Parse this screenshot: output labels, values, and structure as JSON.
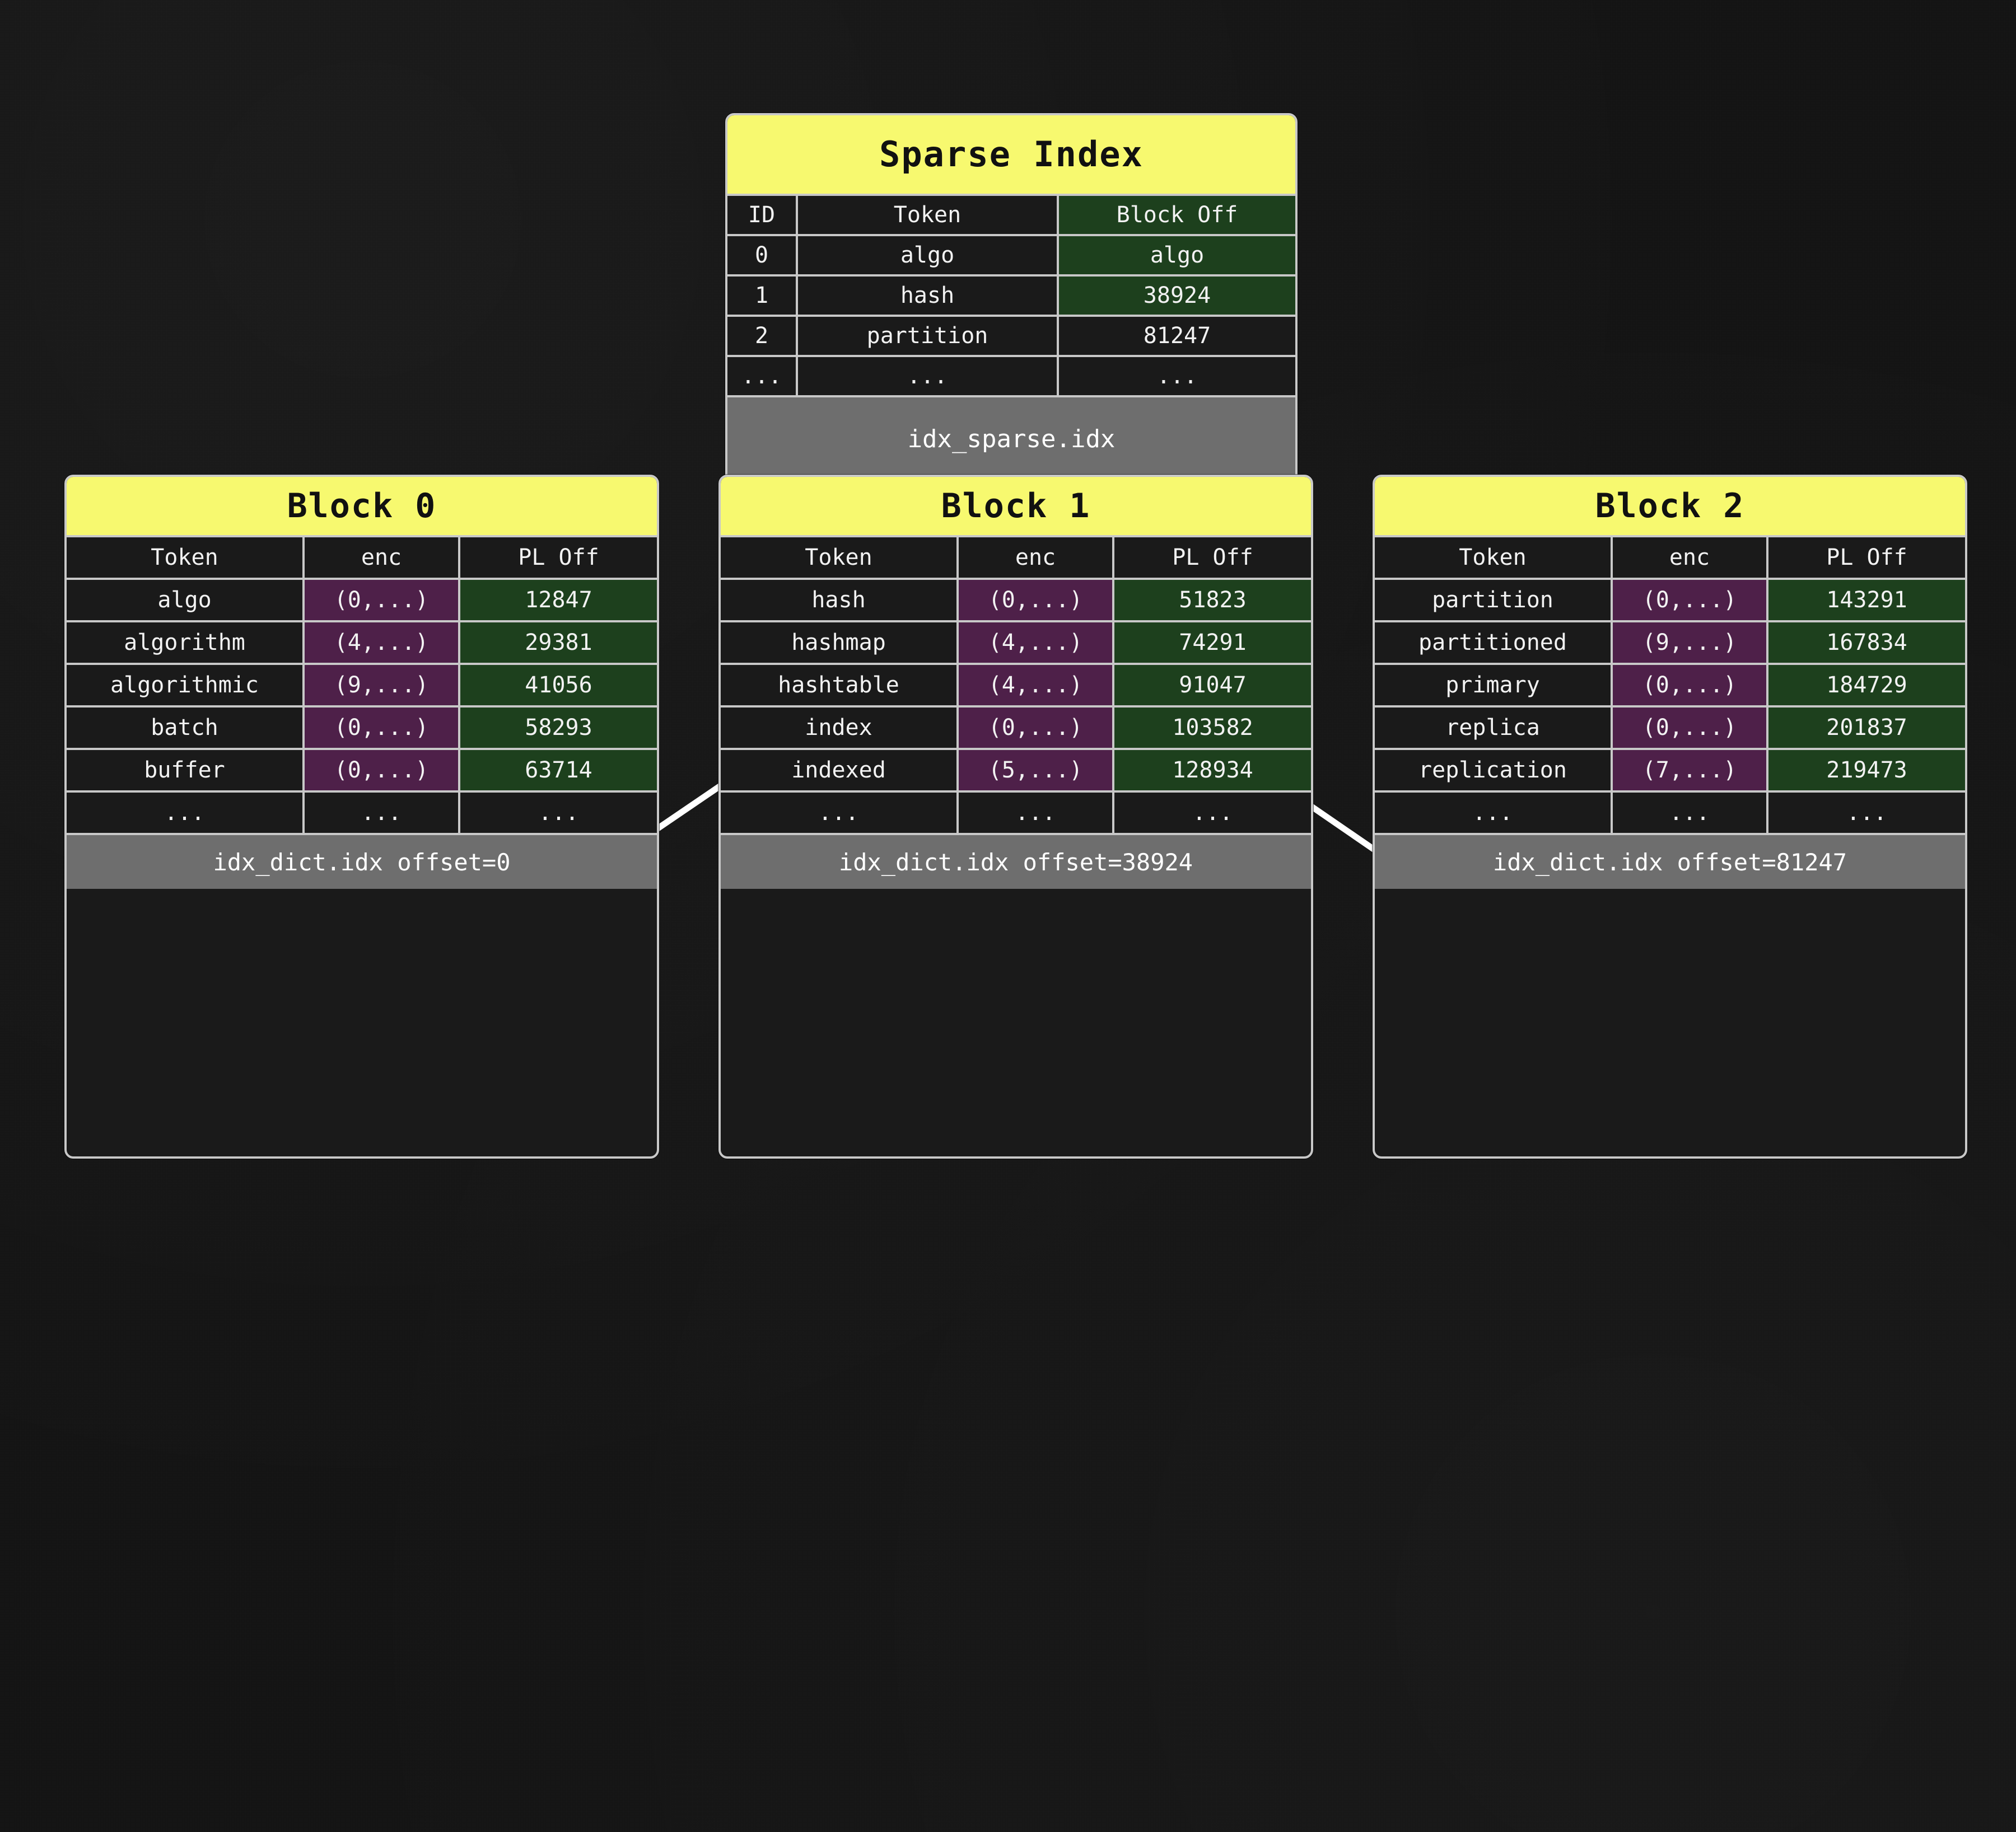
{
  "background_color": "#141414",
  "accent_colors": {
    "title_yellow": "#f7f96f",
    "offset_green": "#1d401d",
    "enc_purple": "#4e2049",
    "footer_gray": "#6e6e6e",
    "border_gray": "#c8c8c8",
    "arrow_white": "#ffffff"
  },
  "sparse_index": {
    "title": "Sparse Index",
    "columns": [
      "ID",
      "Token",
      "Block Off"
    ],
    "highlight_column": "Block Off",
    "rows": [
      {
        "id": "0",
        "token": "algo",
        "block_off": "algo",
        "block_off_highlight": true
      },
      {
        "id": "1",
        "token": "hash",
        "block_off": "38924",
        "block_off_highlight": true
      },
      {
        "id": "2",
        "token": "partition",
        "block_off": "81247",
        "block_off_highlight": false
      },
      {
        "id": "...",
        "token": "...",
        "block_off": "...",
        "block_off_highlight": false
      }
    ],
    "footer": "idx_sparse.idx"
  },
  "edges": [
    {
      "label": "offset=0",
      "target": "Block 0"
    },
    {
      "label": "offset=38924",
      "target": "Block 1"
    },
    {
      "label": "offset=81247",
      "target": "Block 2"
    }
  ],
  "blocks": [
    {
      "title": "Block 0",
      "columns": [
        "Token",
        "enc",
        "PL Off"
      ],
      "rows": [
        {
          "token": "algo",
          "enc": "(0,...)",
          "pl_off": "12847"
        },
        {
          "token": "algorithm",
          "enc": "(4,...)",
          "pl_off": "29381"
        },
        {
          "token": "algorithmic",
          "enc": "(9,...)",
          "pl_off": "41056"
        },
        {
          "token": "batch",
          "enc": "(0,...)",
          "pl_off": "58293"
        },
        {
          "token": "buffer",
          "enc": "(0,...)",
          "pl_off": "63714"
        },
        {
          "token": "...",
          "enc": "...",
          "pl_off": "..."
        }
      ],
      "footer": "idx_dict.idx offset=0"
    },
    {
      "title": "Block 1",
      "columns": [
        "Token",
        "enc",
        "PL Off"
      ],
      "rows": [
        {
          "token": "hash",
          "enc": "(0,...)",
          "pl_off": "51823"
        },
        {
          "token": "hashmap",
          "enc": "(4,...)",
          "pl_off": "74291"
        },
        {
          "token": "hashtable",
          "enc": "(4,...)",
          "pl_off": "91047"
        },
        {
          "token": "index",
          "enc": "(0,...)",
          "pl_off": "103582"
        },
        {
          "token": "indexed",
          "enc": "(5,...)",
          "pl_off": "128934"
        },
        {
          "token": "...",
          "enc": "...",
          "pl_off": "..."
        }
      ],
      "footer": "idx_dict.idx offset=38924"
    },
    {
      "title": "Block 2",
      "columns": [
        "Token",
        "enc",
        "PL Off"
      ],
      "rows": [
        {
          "token": "partition",
          "enc": "(0,...)",
          "pl_off": "143291"
        },
        {
          "token": "partitioned",
          "enc": "(9,...)",
          "pl_off": "167834"
        },
        {
          "token": "primary",
          "enc": "(0,...)",
          "pl_off": "184729"
        },
        {
          "token": "replica",
          "enc": "(0,...)",
          "pl_off": "201837"
        },
        {
          "token": "replication",
          "enc": "(7,...)",
          "pl_off": "219473"
        },
        {
          "token": "...",
          "enc": "...",
          "pl_off": "..."
        }
      ],
      "footer": "idx_dict.idx offset=81247"
    }
  ]
}
